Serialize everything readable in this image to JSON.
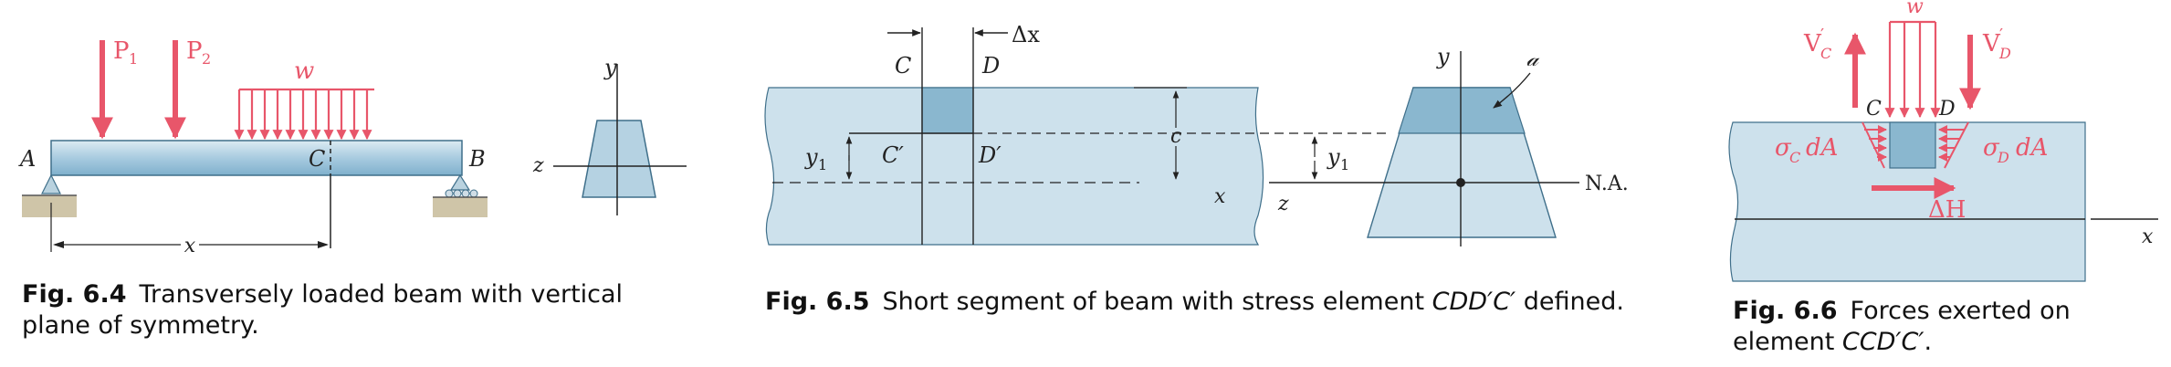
{
  "figures": [
    {
      "id": "6.4",
      "caption_label": "Fig. 6.4",
      "caption_text": "Transversely loaded beam with vertical plane of symmetry.",
      "labels": {
        "A": "A",
        "B": "B",
        "C": "C",
        "P1": "P",
        "P1_sub": "1",
        "P2": "P",
        "P2_sub": "2",
        "w": "w",
        "x": "x",
        "y": "y",
        "z": "z"
      }
    },
    {
      "id": "6.5",
      "caption_label": "Fig. 6.5",
      "caption_pre": "Short segment of beam with stress element ",
      "caption_italic": "CDD′C′",
      "caption_post": " defined.",
      "labels": {
        "C": "C",
        "D": "D",
        "C_prime": "C′",
        "D_prime": "D′",
        "dx": "Δx",
        "y1": "y",
        "y1_sub": "1",
        "c": "c",
        "x": "x",
        "y": "y",
        "z": "z",
        "a": "𝒶",
        "na": "N.A.",
        "y1b": "y",
        "y1b_sub": "1"
      }
    },
    {
      "id": "6.6",
      "caption_label": "Fig. 6.6",
      "caption_text": "Forces exerted on",
      "caption_line2": "element ",
      "caption_italic": "CCD′C′",
      "caption_post": ".",
      "labels": {
        "Vc": "V",
        "Vc_sub": "C",
        "Vd": "V",
        "Vd_sub": "D",
        "prime": "′",
        "w": "w",
        "C": "C",
        "D": "D",
        "sigma_c": "σ",
        "sigma_c_sub": "C",
        "sigma_d": "σ",
        "sigma_d_sub": "D",
        "dA": "dA",
        "dH": "ΔH",
        "x": "x"
      }
    }
  ],
  "colors": {
    "beam_fill": "#c8dde8",
    "beam_edge": "#3f6f8a",
    "element_fill": "#8ab7cf",
    "load": "#e8566a",
    "ink": "#222222"
  }
}
